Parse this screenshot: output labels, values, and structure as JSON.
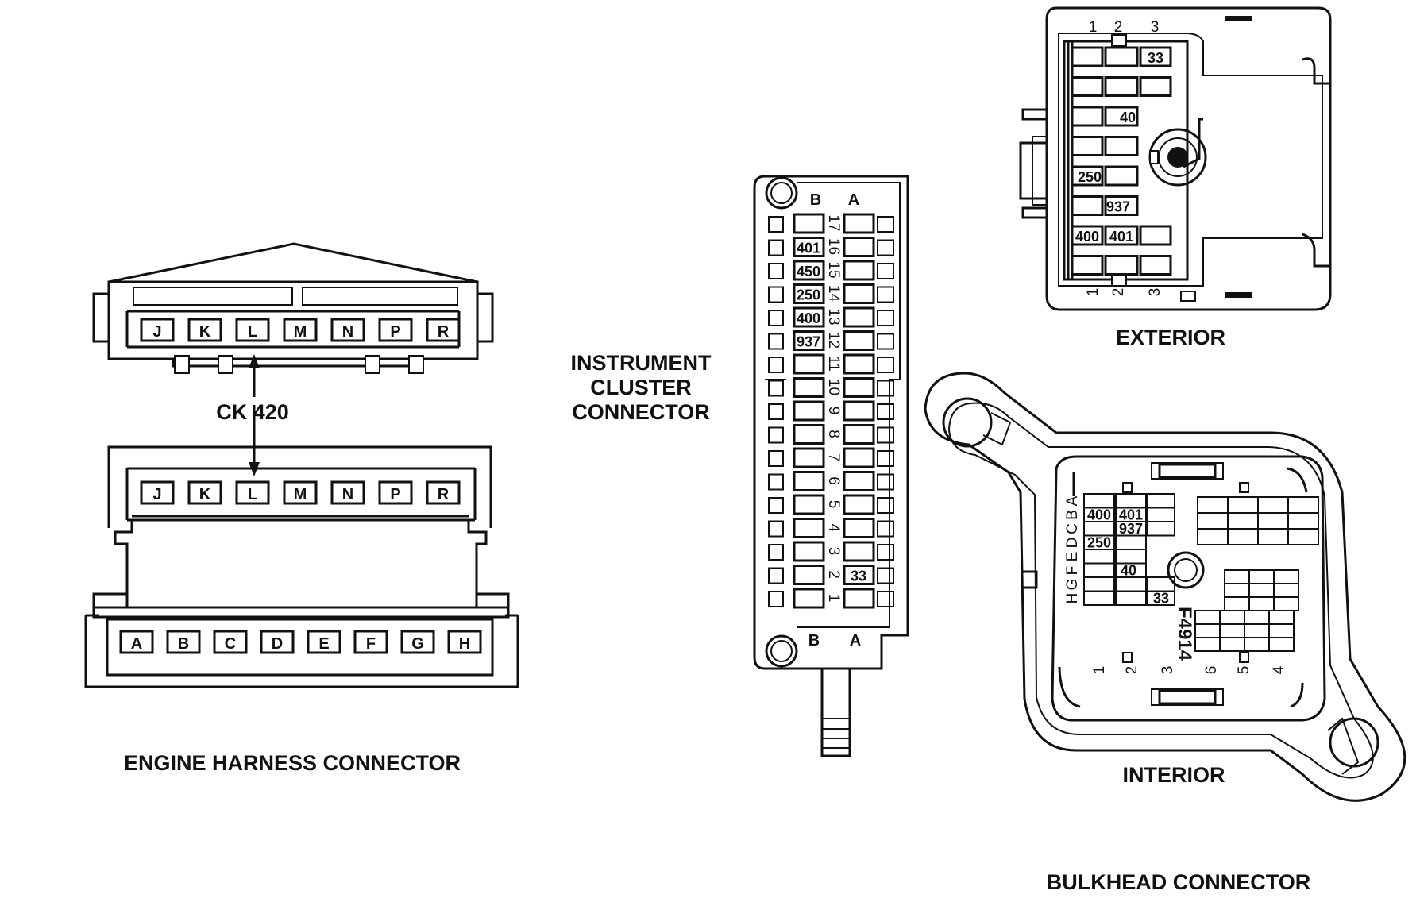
{
  "figure_code": "F4914",
  "engine": {
    "caption": "ENGINE HARNESS CONNECTOR",
    "circuit_label": "CK 420",
    "top_cavities": [
      "J",
      "K",
      "L",
      "M",
      "N",
      "P",
      "R"
    ],
    "bottom_cavities": [
      "A",
      "B",
      "C",
      "D",
      "E",
      "F",
      "G",
      "H"
    ]
  },
  "cluster": {
    "caption_lines": [
      "INSTRUMENT",
      "CLUSTER",
      "CONNECTOR"
    ],
    "row_labels": [
      "B",
      "A"
    ],
    "pin_numbers": [
      "17",
      "16",
      "15",
      "14",
      "13",
      "12",
      "11",
      "10",
      "9",
      "8",
      "7",
      "6",
      "5",
      "4",
      "3",
      "2",
      "1"
    ],
    "b_circuits": [
      "",
      "401",
      "450",
      "250",
      "400",
      "937",
      "",
      "",
      "",
      "",
      "",
      "",
      "",
      "",
      "",
      "",
      ""
    ],
    "a_circuits": [
      "",
      "",
      "",
      "",
      "",
      "",
      "",
      "",
      "",
      "",
      "",
      "",
      "",
      "",
      "",
      "33",
      ""
    ]
  },
  "exterior": {
    "caption": "EXTERIOR",
    "col_numbers": [
      "1",
      "2",
      "3"
    ],
    "circuits": [
      "33",
      "40",
      "250",
      "937",
      "400",
      "401"
    ]
  },
  "interior": {
    "caption": "INTERIOR",
    "row_letters": [
      "A",
      "B",
      "C",
      "D",
      "E",
      "F",
      "G",
      "H"
    ],
    "col_numbers": [
      "1",
      "2",
      "3",
      "6",
      "5",
      "4"
    ],
    "circuits": [
      "400",
      "401",
      "937",
      "250",
      "40",
      "33"
    ]
  },
  "bulkhead_caption": "BULKHEAD CONNECTOR"
}
